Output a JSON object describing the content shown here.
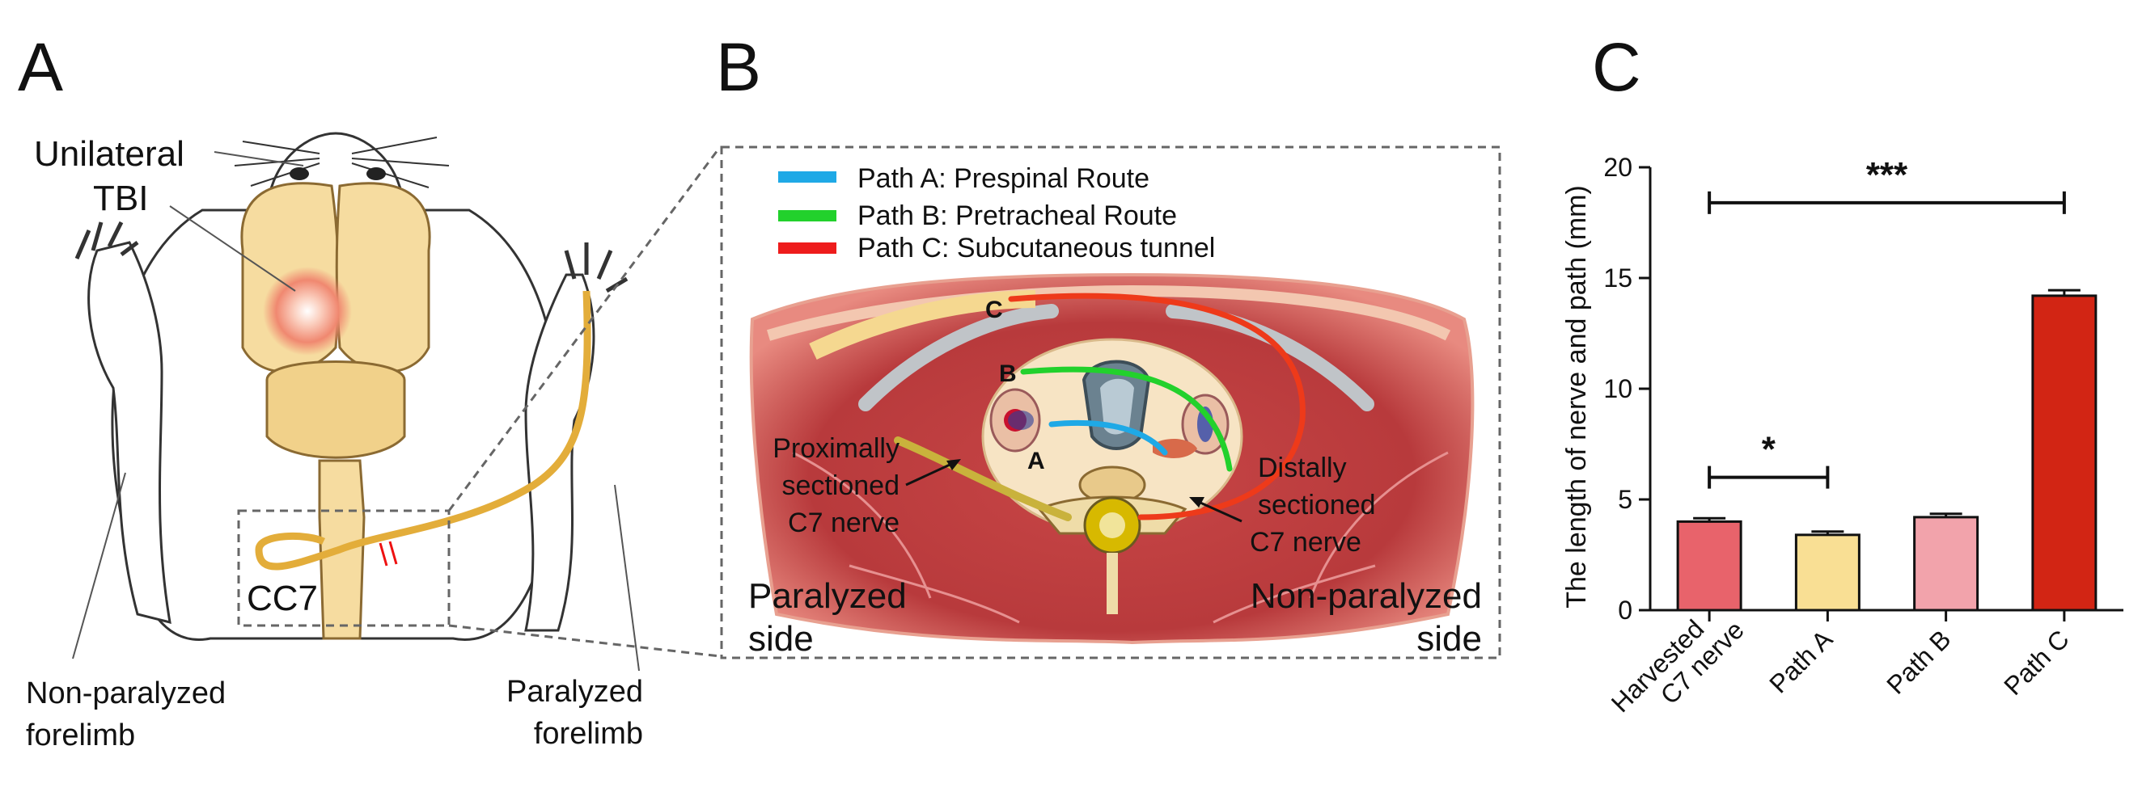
{
  "panels": {
    "a": {
      "letter": "A",
      "tbi_line1": "Unilateral",
      "tbi_line2": "TBI",
      "cc7": "CC7",
      "nonparalyzed_line1": "Non-paralyzed",
      "nonparalyzed_line2": "forelimb",
      "paralyzed_line1": "Paralyzed",
      "paralyzed_line2": "forelimb"
    },
    "b": {
      "letter": "B",
      "legend": [
        {
          "label": "Path A: Prespinal Route",
          "color": "#1fa9e6"
        },
        {
          "label": "Path B: Pretracheal Route",
          "color": "#22d12c"
        },
        {
          "label": "Path C: Subcutaneous tunnel",
          "color": "#ee1c1c"
        }
      ],
      "path_letters": {
        "a": "A",
        "b": "B",
        "c": "C"
      },
      "proximal_line1": "Proximally",
      "proximal_line2": "sectioned",
      "proximal_line3": "C7 nerve",
      "distal_line1": "Distally",
      "distal_line2": "sectioned",
      "distal_line3": "C7 nerve",
      "paralyzed_line1": "Paralyzed",
      "paralyzed_line2": "side",
      "nonparalyzed_line1": "Non-paralyzed",
      "nonparalyzed_line2": "side"
    },
    "c": {
      "letter": "C"
    }
  },
  "chart_data": {
    "type": "bar",
    "ylabel": "The length of nerve and path (mm)",
    "ylim": [
      0,
      20
    ],
    "yticks": [
      0,
      5,
      10,
      15,
      20
    ],
    "categories": [
      [
        "Harvested",
        "C7 nerve"
      ],
      [
        "Path A"
      ],
      [
        "Path B"
      ],
      [
        "Path C"
      ]
    ],
    "values": [
      4.0,
      3.4,
      4.2,
      14.2
    ],
    "errors": [
      0.15,
      0.15,
      0.15,
      0.25
    ],
    "colors": [
      "#e8636b",
      "#f9df94",
      "#f2a3ab",
      "#d22514"
    ],
    "significance": [
      {
        "from": 0,
        "to": 3,
        "y": 18.4,
        "label": "***"
      },
      {
        "from": 0,
        "to": 1,
        "y": 6.0,
        "label": "*"
      }
    ]
  }
}
